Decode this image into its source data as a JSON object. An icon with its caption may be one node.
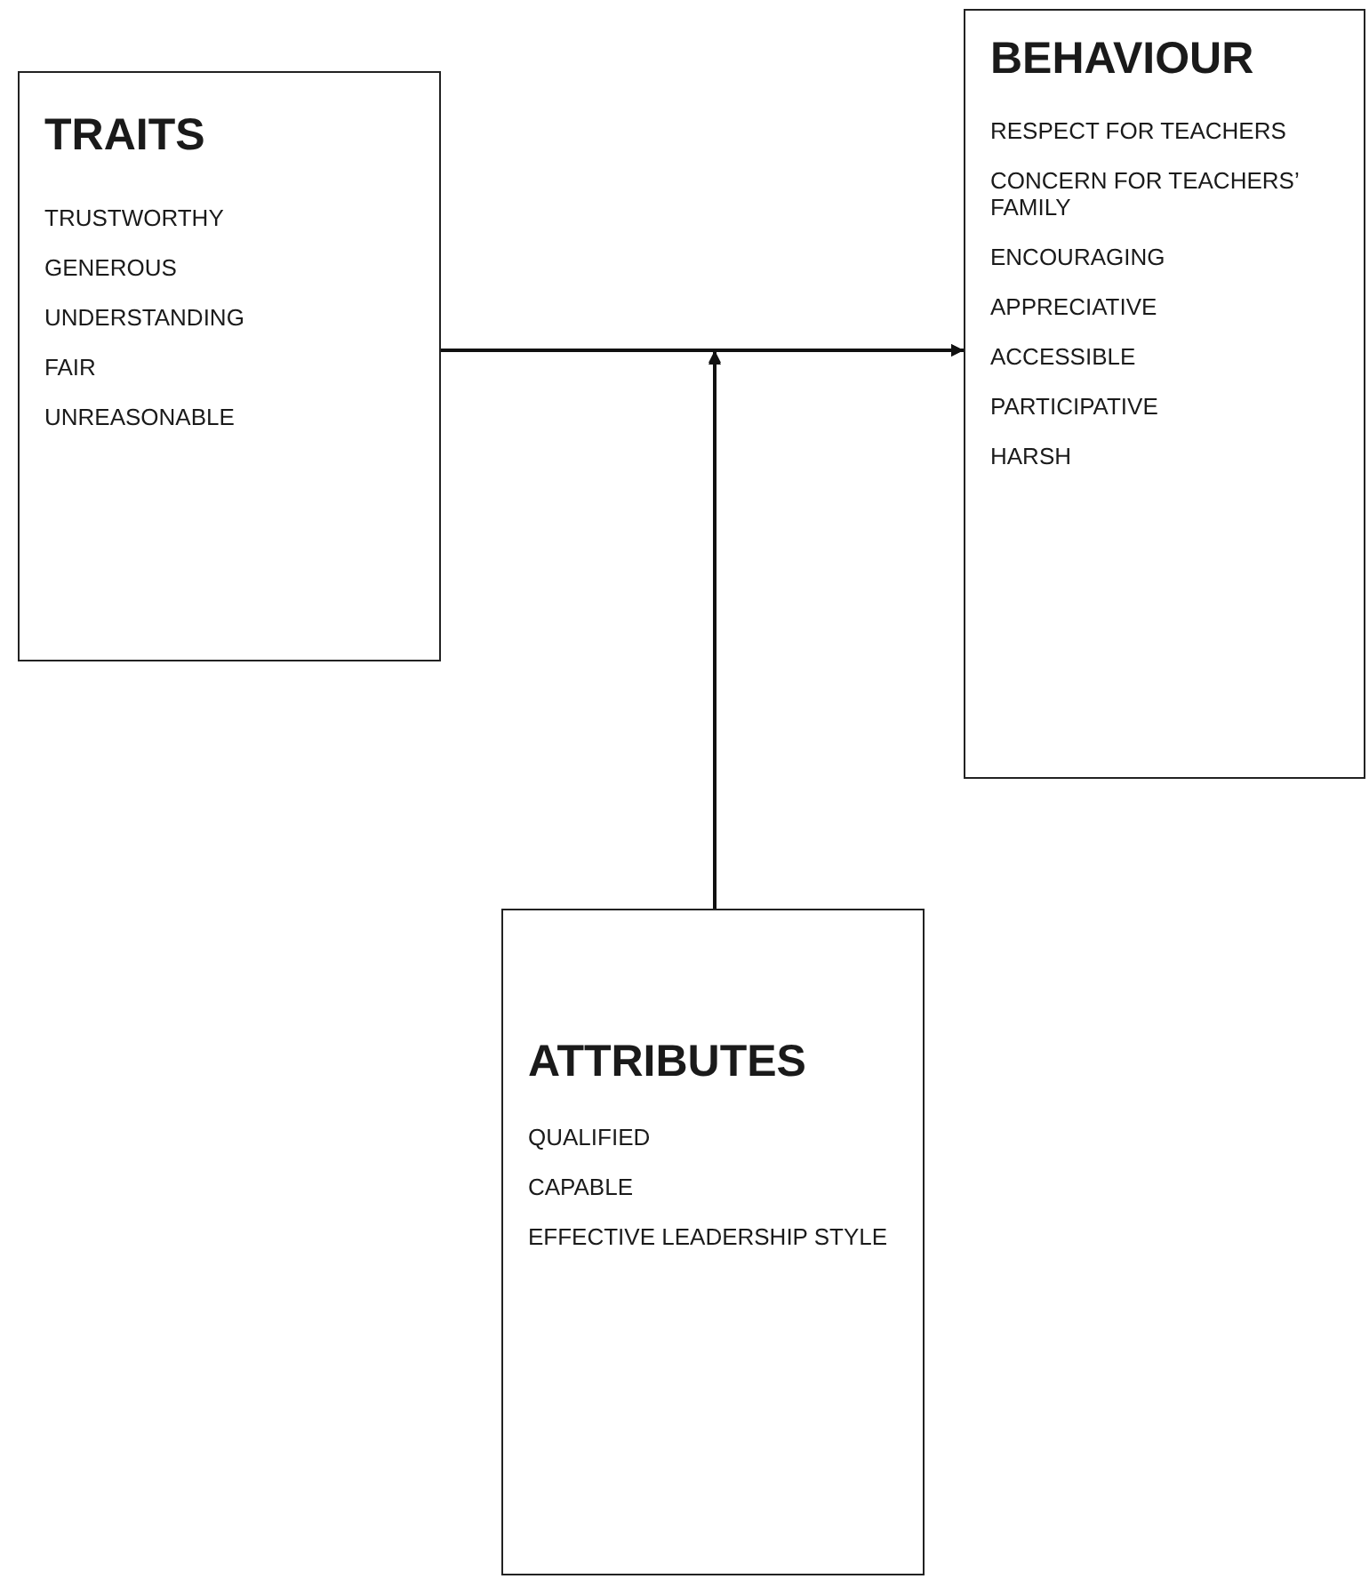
{
  "diagram": {
    "nodes": [
      {
        "text": [
          "TRAITS",
          "TRUSTWORTHY",
          "GENEROUS",
          "UNDERSTANDING",
          "FAIR",
          "UNREASONABLE"
        ]
      },
      {
        "text": [
          "BEHAVIOUR",
          "RESPECT FOR TEACHERS",
          "CONCERN FOR TEACHERS’ FAMILY",
          "ENCOURAGING",
          "APPRECIATIVE",
          "ACCESSIBLE",
          "PARTICIPATIVE",
          "HARSH"
        ]
      },
      {
        "text": [
          "ATTRIBUTES",
          "QUALIFIED",
          "CAPABLE",
          "EFFECTIVE LEADERSHIP STYLE"
        ]
      }
    ],
    "edges": [
      {
        "from": 0,
        "to": 1,
        "arrow": "to"
      },
      {
        "from": 2,
        "to": 1,
        "arrow": "to"
      }
    ]
  }
}
